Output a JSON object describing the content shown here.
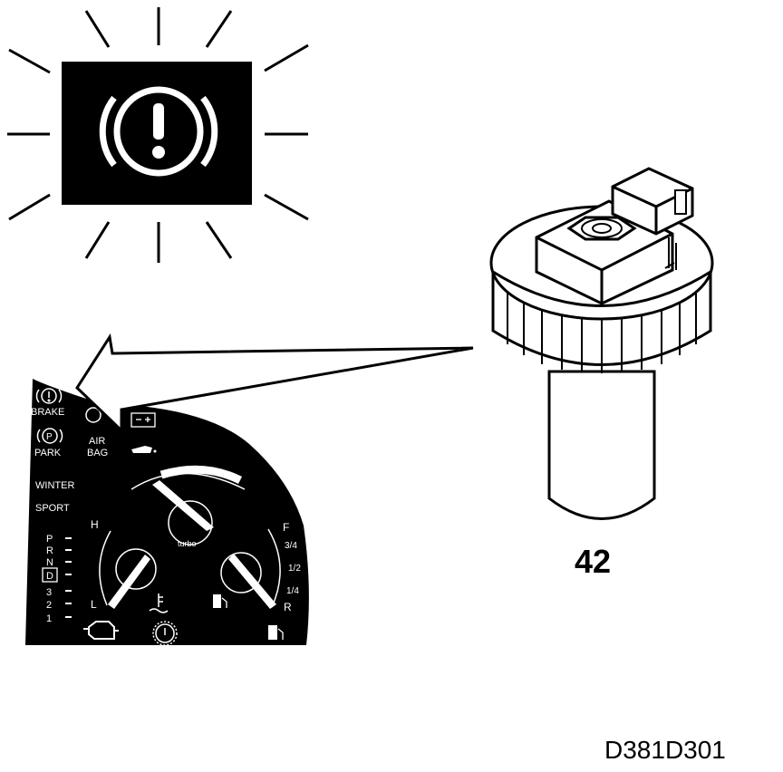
{
  "colors": {
    "ink": "#000000",
    "paper": "#ffffff"
  },
  "warning_lamp": {
    "icon": "brake-warning-icon"
  },
  "cluster": {
    "brake": "BRAKE",
    "park": "PARK",
    "air": "AIR",
    "bag": "BAG",
    "winter": "WINTER",
    "sport": "SPORT",
    "turbo": "turbo",
    "temp_h": "H",
    "temp_l": "L",
    "fuel_f": "F",
    "fuel_r": "R",
    "fuel_34": "3/4",
    "fuel_12": "1/2",
    "fuel_14": "1/4",
    "gears": [
      "P",
      "R",
      "N",
      "D",
      "3",
      "2",
      "1"
    ],
    "selected_gear": "D"
  },
  "component": {
    "number": "42"
  },
  "figure_code": "D381D301"
}
